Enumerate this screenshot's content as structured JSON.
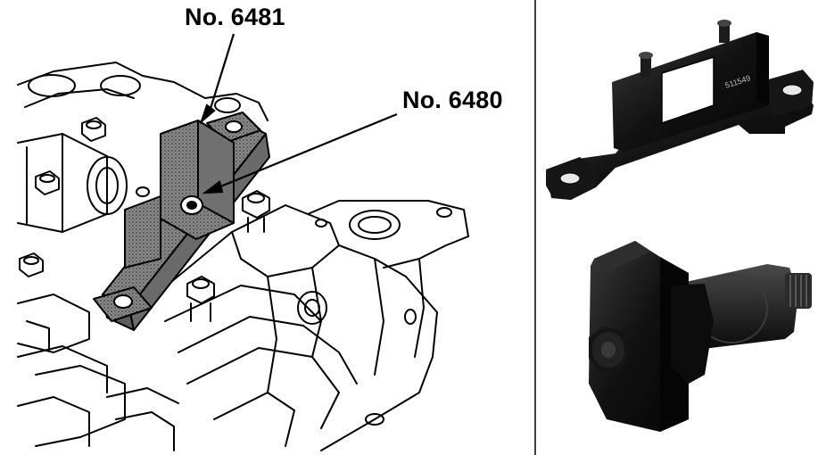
{
  "callouts": {
    "tool_a": "No. 6481",
    "tool_b": "No. 6480"
  },
  "photo_top": {
    "engraving": "511549"
  },
  "colors": {
    "line": "#000000",
    "tool_fill": "#1a1a1a",
    "tool_hatch": "#6e6e6e",
    "background": "#ffffff"
  }
}
